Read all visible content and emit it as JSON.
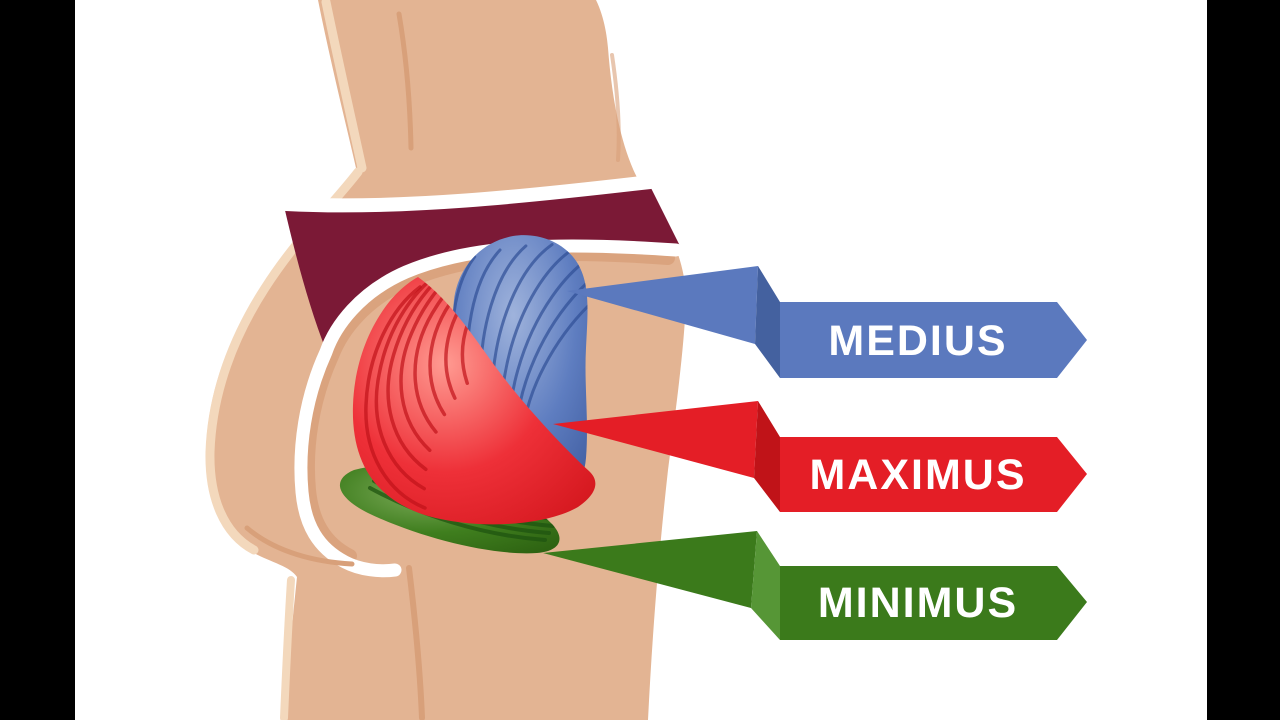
{
  "diagram": {
    "description": "Side view illustration of a human hip showing the three gluteal muscles with callout labels",
    "background": "#FFFFFF",
    "letterbox_color": "#000000",
    "skin": {
      "base": "#E3B493",
      "highlight": "#F3D8BC",
      "shadow": "#D8A07A",
      "outline": "#FFFFFF"
    },
    "underwear_color": "#7B1936",
    "muscles": {
      "medius": {
        "light": "#9FB3DC",
        "mid": "#5E7DC0",
        "dark": "#3F5C9F",
        "striation": "#2F4F96"
      },
      "maximus": {
        "light": "#FF9B92",
        "mid": "#EE3038",
        "dark": "#D61920",
        "striation": "#C1121A"
      },
      "minimus": {
        "light": "#7FAD5C",
        "mid": "#3F7E1E",
        "dark": "#2E6312",
        "striation": "#1F5410"
      }
    },
    "labels": [
      {
        "id": "medius",
        "text": "MEDIUS",
        "banner_color": "#5B79BE",
        "fold_color": "#44619F",
        "text_color": "#FFFFFF"
      },
      {
        "id": "maximus",
        "text": "MAXIMUS",
        "banner_color": "#E41E26",
        "fold_color": "#C01318",
        "text_color": "#FFFFFF"
      },
      {
        "id": "minimus",
        "text": "MINIMUS",
        "banner_color": "#3B7A1B",
        "fold_color": "#569636",
        "text_color": "#FFFFFF"
      }
    ]
  }
}
